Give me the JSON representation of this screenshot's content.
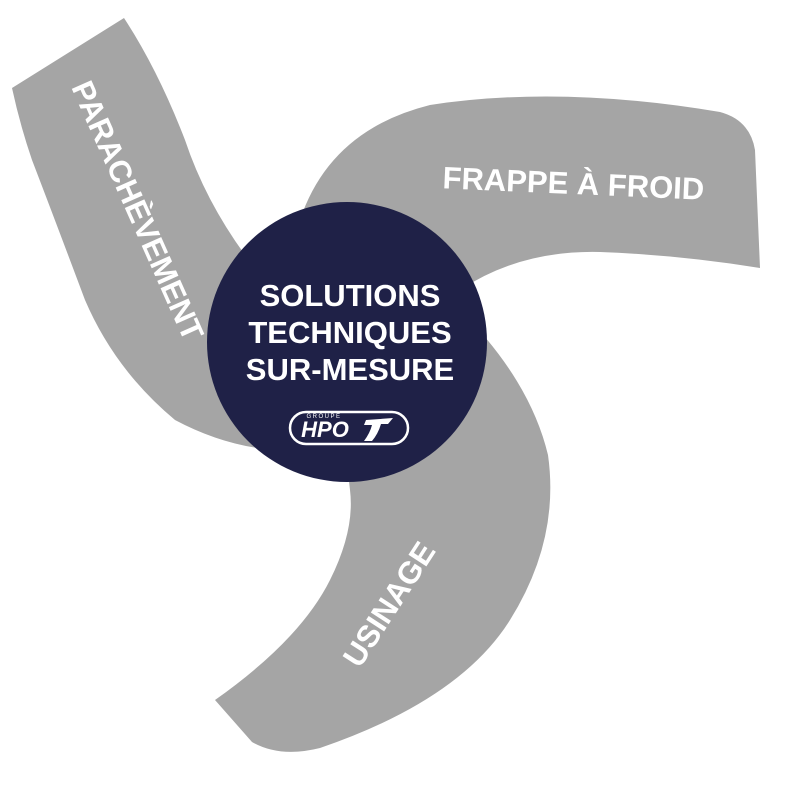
{
  "arms": {
    "top_left": {
      "label": "PARACHÈVEMENT"
    },
    "top_right": {
      "label": "FRAPPE À FROID"
    },
    "bottom": {
      "label": "USINAGE"
    }
  },
  "hub": {
    "line1": "SOLUTIONS",
    "line2": "TECHNIQUES",
    "line3": "SUR-MESURE"
  },
  "logo": {
    "group_word": "GROUPE",
    "brand": "HPO"
  },
  "colors": {
    "arm_gray": "#a5a5a5",
    "hub_navy": "#1f2147",
    "text_white": "#ffffff"
  }
}
